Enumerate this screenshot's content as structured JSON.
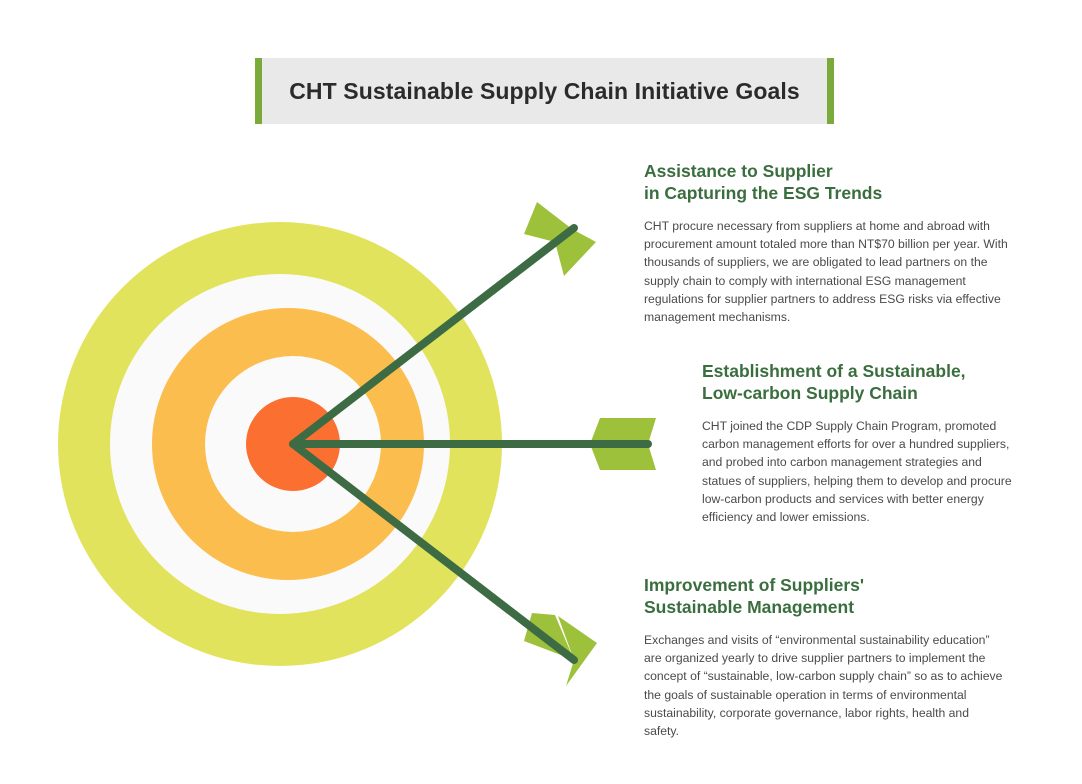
{
  "title": "CHT Sustainable Supply Chain Initiative Goals",
  "colors": {
    "accent_green": "#7aab3a",
    "heading_green": "#3b6e3f",
    "arrow_shaft": "#3d6b43",
    "arrow_fletch": "#9dc13a",
    "ring_outer": "#e2e35c",
    "ring_middle": "#fbbd4d",
    "ring_white": "#fafafa",
    "bullseye": "#fb6f31"
  },
  "goals": [
    {
      "heading_line1": "Assistance to Supplier",
      "heading_line2": "in Capturing the ESG Trends",
      "body": "CHT procure necessary from suppliers at home and abroad with procurement amount totaled more than NT$70 billion per year. With thousands of suppliers, we are obligated to lead partners on the supply chain to comply with international ESG management regulations for supplier partners to address ESG risks via effective management mechanisms."
    },
    {
      "heading_line1": "Establishment of a Sustainable,",
      "heading_line2": "Low-carbon Supply Chain",
      "body": "CHT joined the CDP Supply Chain Program, promoted carbon management efforts for over a hundred suppliers, and probed into carbon management strategies and statues of suppliers, helping them to develop and procure low-carbon products and services with better energy efficiency and lower emissions."
    },
    {
      "heading_line1": "Improvement of Suppliers'",
      "heading_line2": "Sustainable Management",
      "body": "Exchanges and visits of “environmental sustainability education” are organized yearly to drive supplier partners to implement the concept of “sustainable, low-carbon supply chain” so as to achieve the goals of sustainable operation in terms of environmental sustainability, corporate governance, labor rights, health and safety."
    }
  ]
}
